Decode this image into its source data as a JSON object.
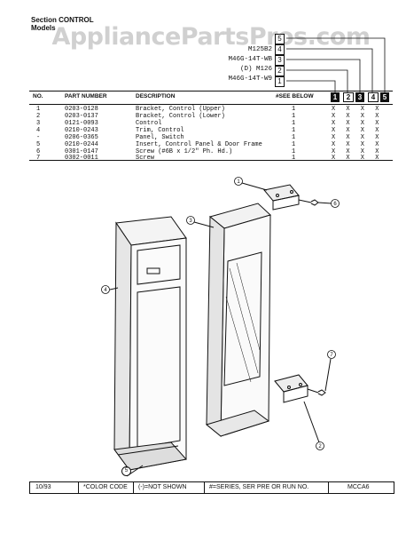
{
  "watermark": "AppliancePartsPros.com",
  "section": {
    "label1": "Section CONTROL",
    "label2": "Models"
  },
  "models": [
    {
      "num": "5",
      "name": ""
    },
    {
      "num": "4",
      "name": "M125B2"
    },
    {
      "num": "3",
      "name": "M46G-14T-WB"
    },
    {
      "num": "2",
      "name": "(D) M126"
    },
    {
      "num": "1",
      "name": "M46G-14T-W9"
    }
  ],
  "table": {
    "headers": {
      "no": "NO.",
      "part": "PART NUMBER",
      "desc": "DESCRIPTION",
      "see": "#SEE BELOW"
    },
    "model_columns": [
      "1",
      "2",
      "3",
      "4",
      "5"
    ],
    "rows": [
      {
        "no": "1",
        "part": "0203-0128",
        "desc": "Bracket, Control (Upper)",
        "qty": "1",
        "marks": "X X X X"
      },
      {
        "no": "2",
        "part": "0203-0137",
        "desc": "Bracket, Control (Lower)",
        "qty": "1",
        "marks": "X X X X"
      },
      {
        "no": "3",
        "part": "0121-0093",
        "desc": "Control",
        "qty": "1",
        "marks": "X X X X"
      },
      {
        "no": "4",
        "part": "0210-0243",
        "desc": "Trim, Control",
        "qty": "1",
        "marks": "X X X X"
      },
      {
        "no": "-",
        "part": "0206-0365",
        "desc": "Panel, Switch",
        "qty": "1",
        "marks": "X X X X"
      },
      {
        "no": "5",
        "part": "0210-0244",
        "desc": "Insert, Control Panel & Door Frame",
        "qty": "1",
        "marks": "X X X X"
      },
      {
        "no": "6",
        "part": "0301-0147",
        "desc": "Screw (#6B x 1/2\" Ph. Hd.)",
        "qty": "1",
        "marks": "X X X X"
      },
      {
        "no": "7",
        "part": "0302-0011",
        "desc": "Screw",
        "qty": "1",
        "marks": "X X X X"
      }
    ]
  },
  "callouts": [
    "1",
    "2",
    "3",
    "4",
    "5",
    "6",
    "7"
  ],
  "footer": {
    "date": "10/93",
    "color": "*COLOR CODE",
    "notshown": "(-)=NOT SHOWN",
    "series": "#=SERIES, SER PRE OR RUN NO.",
    "code": "MCCA6"
  }
}
